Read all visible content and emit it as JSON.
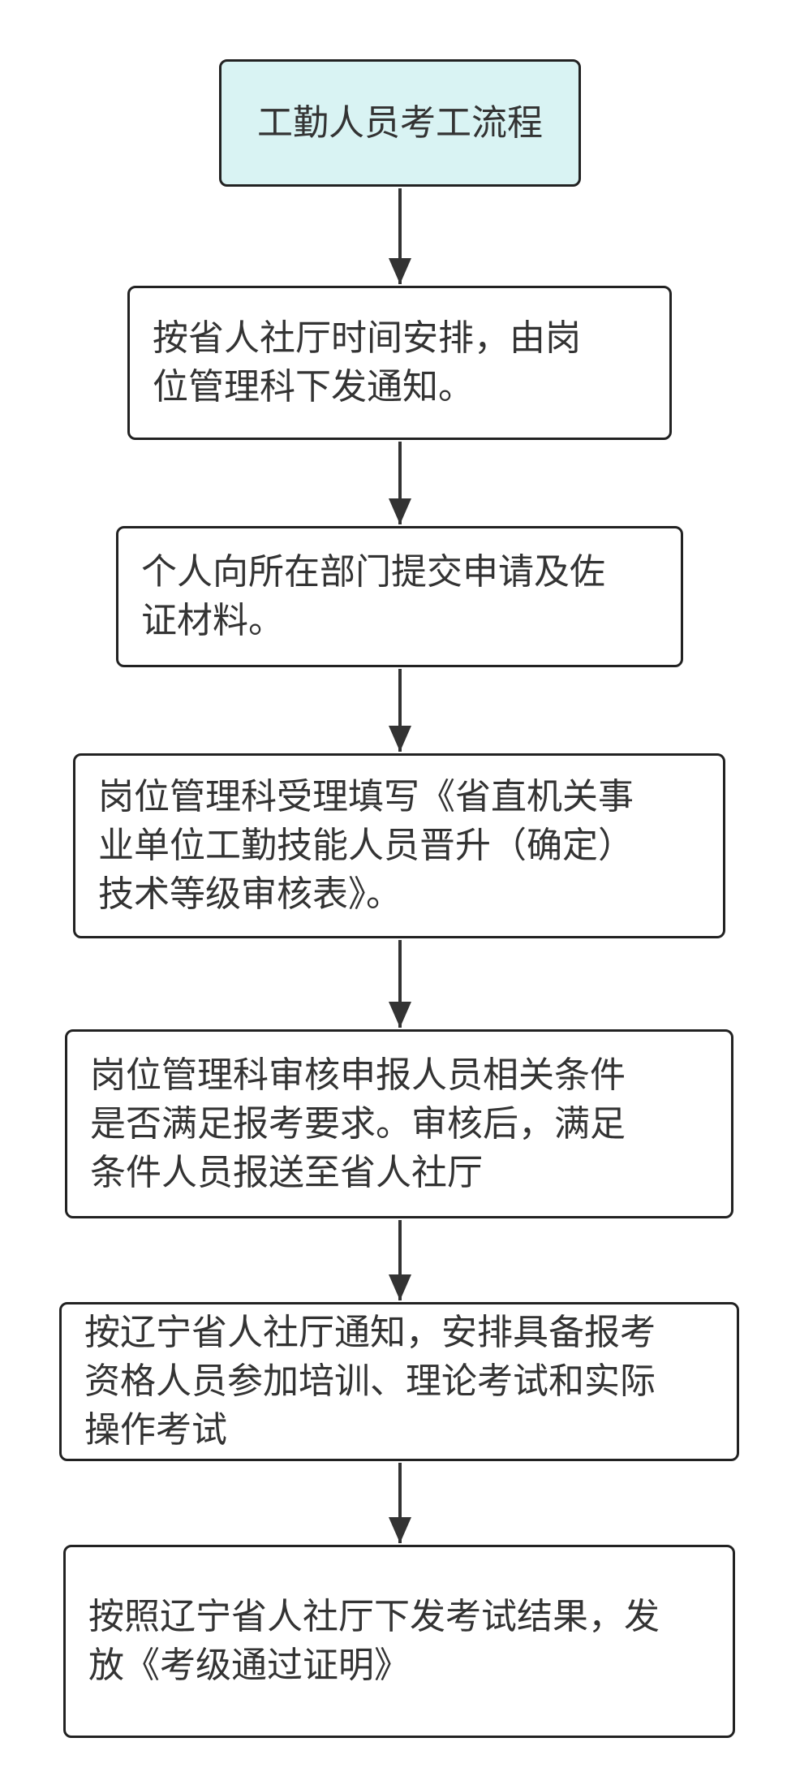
{
  "colors": {
    "start_fill": "#d9f3f3",
    "node_fill": "#ffffff",
    "border": "#222222",
    "text": "#333333",
    "edge": "#333333"
  },
  "steps": [
    {
      "id": "n0",
      "text": "工勤人员考工流程"
    },
    {
      "id": "n1",
      "text": "按省人社厅时间安排，由岗\n位管理科下发通知。"
    },
    {
      "id": "n2",
      "text": "个人向所在部门提交申请及佐\n证材料。"
    },
    {
      "id": "n3",
      "text": "岗位管理科受理填写《省直机关事\n业单位工勤技能人员晋升（确定）\n技术等级审核表》。"
    },
    {
      "id": "n4",
      "text": "岗位管理科审核申报人员相关条件\n是否满足报考要求。审核后，满足\n条件人员报送至省人社厅"
    },
    {
      "id": "n5",
      "text": "按辽宁省人社厅通知，安排具备报考\n资格人员参加培训、理论考试和实际\n操作考试"
    },
    {
      "id": "n6",
      "text": "按照辽宁省人社厅下发考试结果，发\n放《考级通过证明》"
    }
  ],
  "edges": [
    {
      "from": "n0",
      "to": "n1"
    },
    {
      "from": "n1",
      "to": "n2"
    },
    {
      "from": "n2",
      "to": "n3"
    },
    {
      "from": "n3",
      "to": "n4"
    },
    {
      "from": "n4",
      "to": "n5"
    },
    {
      "from": "n5",
      "to": "n6"
    }
  ]
}
